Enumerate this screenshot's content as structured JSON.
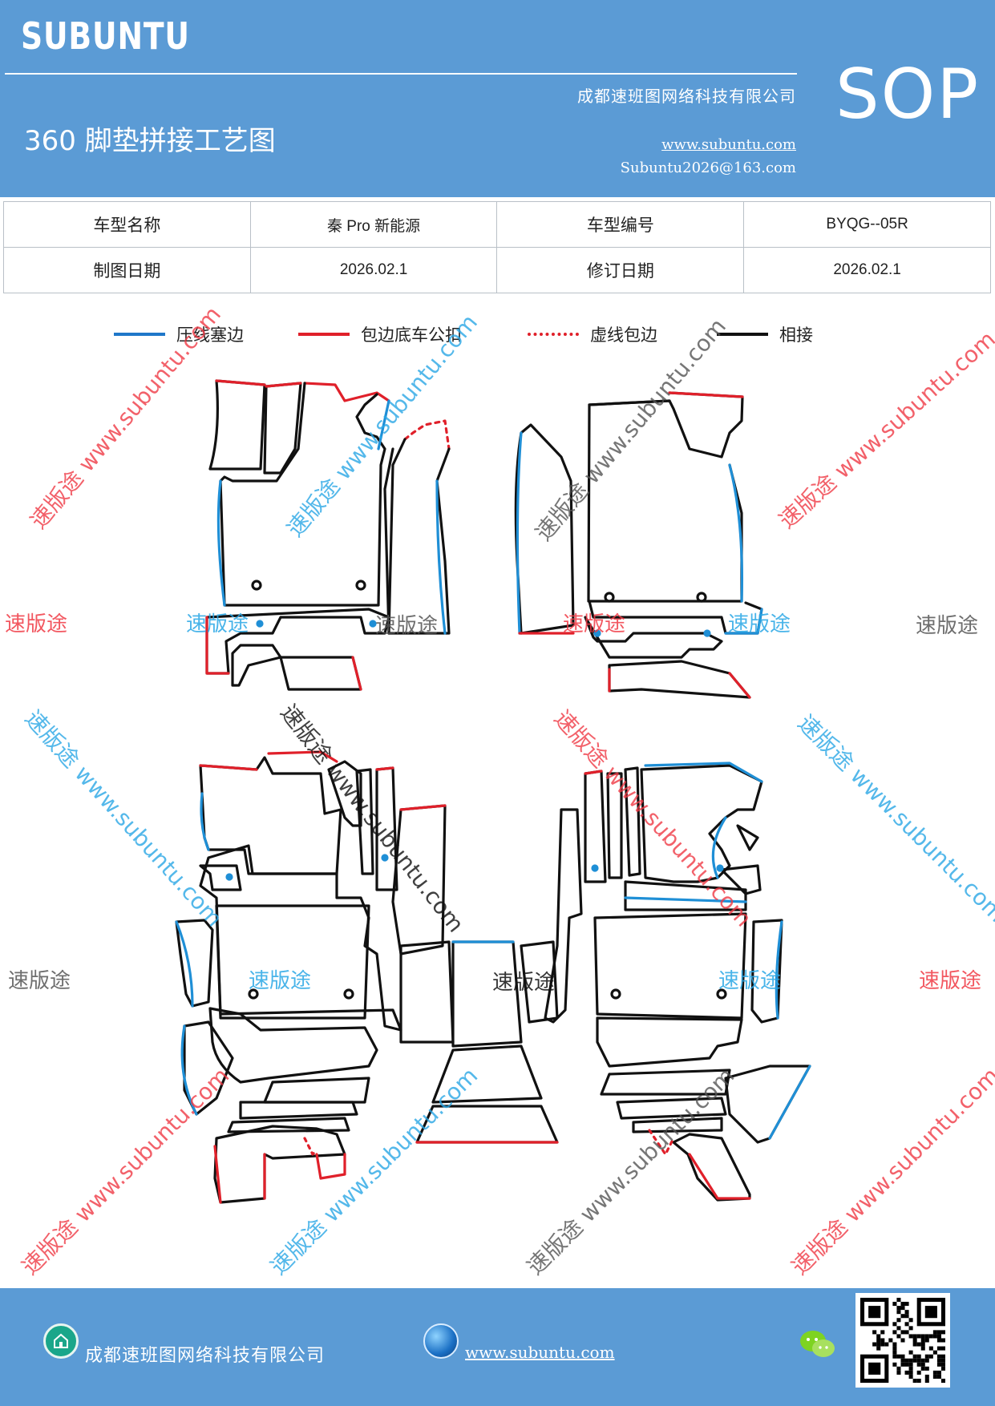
{
  "header": {
    "brand": "SUBUNTU",
    "code": "SOP",
    "company": "成都速班图网络科技有限公司",
    "title": "360 脚垫拼接工艺图",
    "website": "www.subuntu.com",
    "email": "Subuntu2026@163.com"
  },
  "info": {
    "rows": [
      [
        "车型名称",
        "秦 Pro 新能源",
        "车型编号",
        "BYQG--05R"
      ],
      [
        "制图日期",
        "2026.02.1",
        "修订日期",
        "2026.02.1"
      ]
    ]
  },
  "legend": [
    {
      "label": "压线塞边",
      "color": "#1f77c9",
      "style": "solid"
    },
    {
      "label": "包边底车公扣",
      "color": "#e0202a",
      "style": "solid"
    },
    {
      "label": "虚线包边",
      "color": "#e0202a",
      "style": "dotted"
    },
    {
      "label": "相接",
      "color": "#111111",
      "style": "solid"
    }
  ],
  "colors": {
    "header_bg": "#5b9bd5",
    "blue_line": "#1f8fd6",
    "red_line": "#e0202a",
    "black_line": "#111111",
    "wm_red": "#f03a45",
    "wm_blue": "#2aa7e6",
    "wm_gray": "#555555"
  },
  "watermarks": {
    "short": "速版途",
    "long": "速版途 www.subuntu.com"
  },
  "footer": {
    "company": "成都速班图网络科技有限公司",
    "website": "www.subuntu.com",
    "icons": [
      "home-icon",
      "globe-icon",
      "wechat-icon",
      "qr-code"
    ]
  }
}
